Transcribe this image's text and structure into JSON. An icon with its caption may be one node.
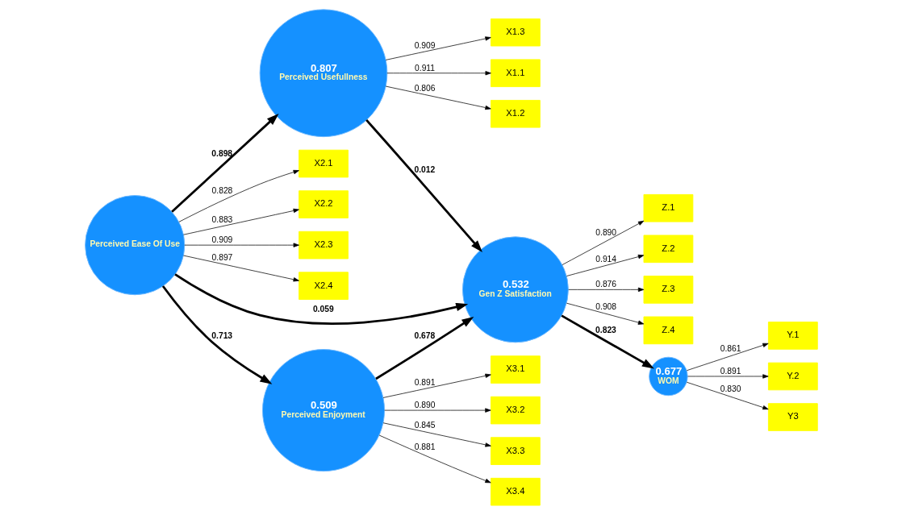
{
  "diagram": {
    "nodes": [
      {
        "text": [
          "0.807",
          "Perceived Usefullness"
        ]
      },
      {
        "text": [
          "X1.1"
        ]
      },
      {
        "text": [
          "X1.2"
        ]
      },
      {
        "text": [
          "X1.3"
        ]
      },
      {
        "text": [
          "Perceived Ease Of Use"
        ]
      },
      {
        "text": [
          "X2.1"
        ]
      },
      {
        "text": [
          "X2.2"
        ]
      },
      {
        "text": [
          "X2.3"
        ]
      },
      {
        "text": [
          "X2.4"
        ]
      },
      {
        "text": [
          "0.509",
          "Perceived Enjoyment"
        ]
      },
      {
        "text": [
          "X3.1"
        ]
      },
      {
        "text": [
          "X3.2"
        ]
      },
      {
        "text": [
          "X3.3"
        ]
      },
      {
        "text": [
          "X3.4"
        ]
      },
      {
        "text": [
          "0.532",
          "Gen Z Satisfaction"
        ]
      },
      {
        "text": [
          "Z.1"
        ]
      },
      {
        "text": [
          "Z.2"
        ]
      },
      {
        "text": [
          "Z.3"
        ]
      },
      {
        "text": [
          "Z.4"
        ]
      },
      {
        "text": [
          "0.677",
          "WOM"
        ]
      },
      {
        "text": [
          "Y.1"
        ]
      },
      {
        "text": [
          "Y.2"
        ]
      },
      {
        "text": [
          "Y3"
        ]
      }
    ],
    "edges": [
      {
        "from": 0,
        "to": 1,
        "arrow": "to",
        "label": "0.911"
      },
      {
        "from": 0,
        "to": 2,
        "arrow": "to",
        "label": "0.806"
      },
      {
        "from": 0,
        "to": 3,
        "arrow": "to",
        "label": "0.909"
      },
      {
        "from": 4,
        "to": 0,
        "arrow": "to",
        "label": "0.898",
        "style": "thick"
      },
      {
        "from": 4,
        "to": 5,
        "arrow": "to",
        "label": "0.828"
      },
      {
        "from": 4,
        "to": 6,
        "arrow": "to",
        "label": "0.883"
      },
      {
        "from": 4,
        "to": 7,
        "arrow": "to",
        "label": "0.909"
      },
      {
        "from": 4,
        "to": 8,
        "arrow": "to",
        "label": "0.897"
      },
      {
        "from": 4,
        "to": 9,
        "arrow": "to",
        "label": "0.713",
        "style": "thick"
      },
      {
        "from": 9,
        "to": 10,
        "arrow": "to",
        "label": "0.891"
      },
      {
        "from": 9,
        "to": 11,
        "arrow": "to",
        "label": "0.890"
      },
      {
        "from": 9,
        "to": 12,
        "arrow": "to",
        "label": "0.845"
      },
      {
        "from": 9,
        "to": 13,
        "arrow": "to",
        "label": "0.881"
      },
      {
        "from": 0,
        "to": 14,
        "arrow": "to",
        "label": "0.012",
        "style": "thick"
      },
      {
        "from": 4,
        "to": 14,
        "arrow": "to",
        "label": "0.059",
        "style": "thick"
      },
      {
        "from": 9,
        "to": 14,
        "arrow": "to",
        "label": "0.678",
        "style": "thick"
      },
      {
        "from": 14,
        "to": 15,
        "arrow": "to",
        "label": "0.890"
      },
      {
        "from": 14,
        "to": 16,
        "arrow": "to",
        "label": "0.914"
      },
      {
        "from": 14,
        "to": 17,
        "arrow": "to",
        "label": "0.876"
      },
      {
        "from": 14,
        "to": 18,
        "arrow": "to",
        "label": "0.908"
      },
      {
        "from": 14,
        "to": 19,
        "arrow": "to",
        "label": "0.823",
        "style": "thick"
      },
      {
        "from": 19,
        "to": 20,
        "arrow": "to",
        "label": "0.861"
      },
      {
        "from": 19,
        "to": 21,
        "arrow": "to",
        "label": "0.891"
      },
      {
        "from": 19,
        "to": 22,
        "arrow": "to",
        "label": "0.830"
      }
    ]
  }
}
